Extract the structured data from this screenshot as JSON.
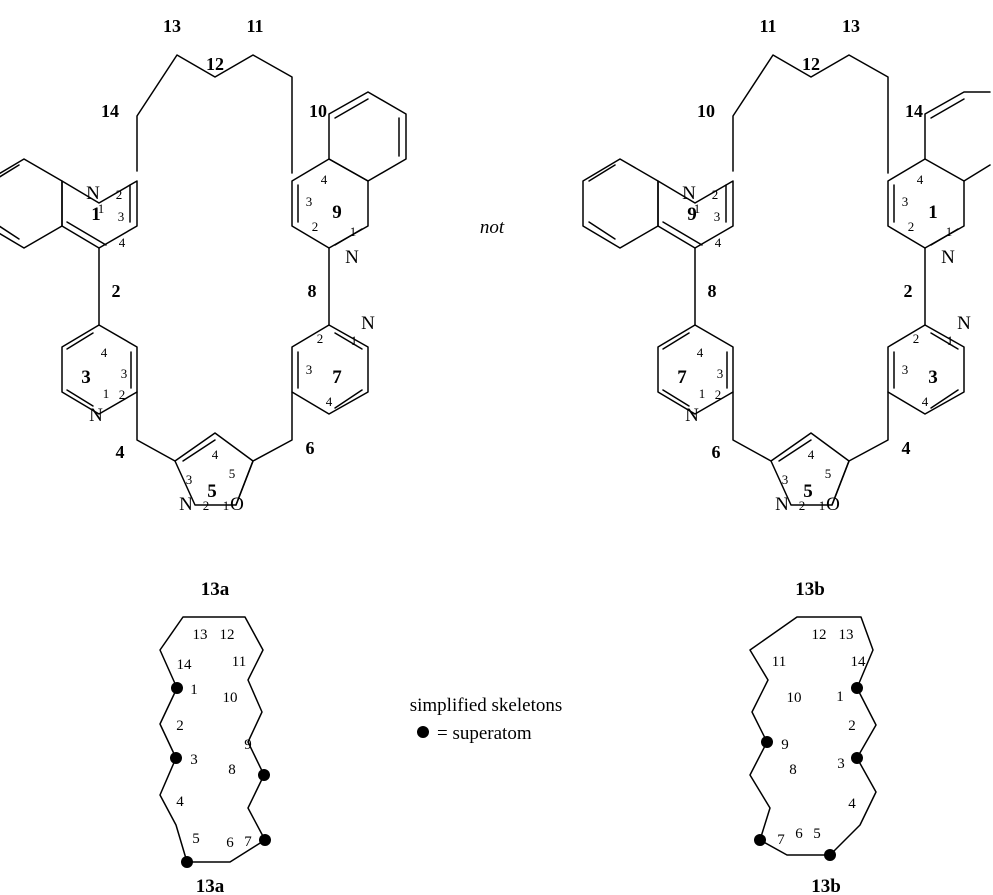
{
  "figure": {
    "structure_a": {
      "compound_label": "13a",
      "chain_labels": [
        "14",
        "13",
        "12",
        "11",
        "10"
      ],
      "linker_labels": [
        "2",
        "4",
        "6",
        "8"
      ],
      "ring_labels": [
        "1",
        "3",
        "5",
        "7",
        "9"
      ],
      "atoms": [
        "N",
        "N",
        "N",
        "N",
        "N",
        "O"
      ],
      "ring_positions": {
        "quinoline_1": [
          "1",
          "2",
          "3",
          "4"
        ],
        "pyridine_3": [
          "4",
          "3",
          "1",
          "2"
        ],
        "isoxazole_5": [
          "4",
          "5",
          "3",
          "2",
          "1"
        ],
        "pyridine_7": [
          "2",
          "1",
          "3",
          "4"
        ],
        "quinoline_9": [
          "4",
          "3",
          "2",
          "1"
        ]
      }
    },
    "connector_word": "not",
    "structure_b": {
      "compound_label": "13b",
      "chain_labels": [
        "10",
        "11",
        "12",
        "13",
        "14"
      ],
      "linker_labels": [
        "8",
        "6",
        "4",
        "2"
      ],
      "ring_labels": [
        "9",
        "7",
        "5",
        "3",
        "1"
      ],
      "atoms": [
        "N",
        "N",
        "N",
        "N",
        "N",
        "O"
      ],
      "ring_positions": {
        "quinoline_9": [
          "1",
          "2",
          "3",
          "4"
        ],
        "pyridine_7": [
          "4",
          "3",
          "1",
          "2"
        ],
        "isoxazole_5": [
          "4",
          "5",
          "3",
          "2",
          "1"
        ],
        "pyridine_3": [
          "2",
          "1",
          "3",
          "4"
        ],
        "quinoline_1": [
          "4",
          "3",
          "2",
          "1"
        ]
      }
    },
    "skeleton_a": {
      "compound_label": "13a",
      "labels": [
        "13",
        "12",
        "14",
        "11",
        "1",
        "10",
        "2",
        "9",
        "3",
        "8",
        "4",
        "7",
        "5",
        "6"
      ],
      "superatoms": [
        "1",
        "3",
        "5",
        "7",
        "9"
      ]
    },
    "skeleton_b": {
      "compound_label": "13b",
      "labels": [
        "12",
        "13",
        "11",
        "14",
        "10",
        "1",
        "9",
        "2",
        "8",
        "3",
        "7",
        "4",
        "6",
        "5"
      ],
      "superatoms": [
        "1",
        "3",
        "5",
        "7",
        "9"
      ]
    },
    "legend": {
      "line1": "simplified skeletons",
      "symbol": "●",
      "line2": "= superatom"
    }
  }
}
